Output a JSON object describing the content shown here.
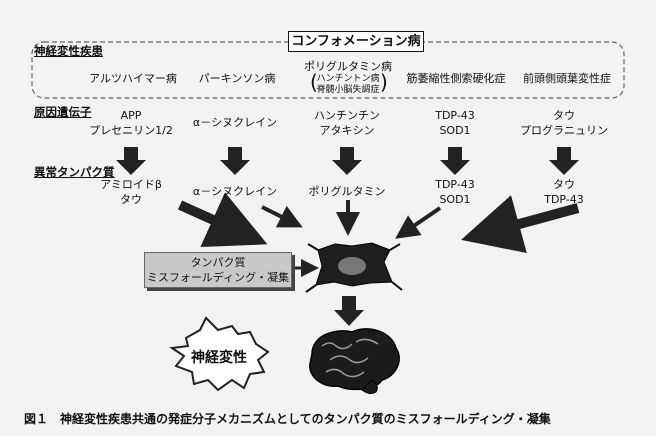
{
  "header": "コンフォメーション病",
  "sections": {
    "disease": "神経変性疾患",
    "gene": "原因遺伝子",
    "protein": "異常タンパク質"
  },
  "diseases": {
    "alzheimer": "アルツハイマー病",
    "parkinson": "パーキンソン病",
    "polyq": "ポリグルタミン病",
    "polyq_sub1": "ハンチントン病",
    "polyq_sub2": "脊髄小脳失調症",
    "als": "筋萎縮性側索硬化症",
    "ftd": "前頭側頭葉変性症"
  },
  "genes": {
    "app": "APP",
    "presenilin": "プレセニリン1/2",
    "synuclein": "α－シヌクレイン",
    "huntingtin": "ハンチンチン",
    "ataxin": "アタキシン",
    "tdp43": "TDP-43",
    "sod1": "SOD1",
    "tau": "タウ",
    "progranulin": "プログラニュリン"
  },
  "proteins": {
    "amyloid": "アミロイドβ",
    "tau": "タウ",
    "synuclein": "α－シヌクレイン",
    "polyglutamine": "ポリグルタミン",
    "tdp43": "TDP-43",
    "sod1": "SOD1",
    "tau2": "タウ",
    "tdp43_2": "TDP-43"
  },
  "misfolding_box": {
    "line1": "タンパク質",
    "line2": "ミスフォールディング・凝集"
  },
  "neurodegeneration": "神経変性",
  "caption": "図１　神経変性疾患共通の発症分子メカニズムとしてのタンパク質のミスフォールディング・凝集"
}
